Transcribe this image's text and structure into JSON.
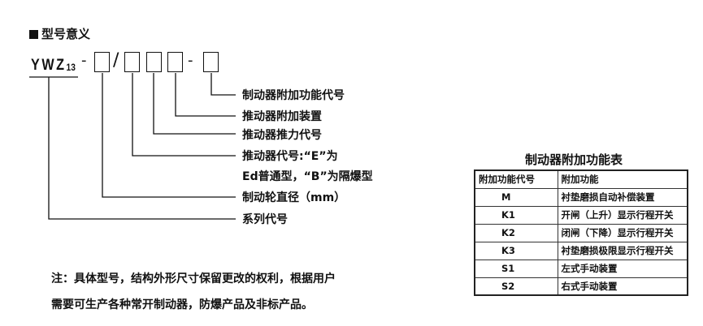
{
  "section_title": "型号意义",
  "model": {
    "prefix": "YWZ",
    "suffix": "13",
    "dash1": "-",
    "slash": "/",
    "dash2": "-"
  },
  "legend": [
    "制动器附加功能代号",
    "推动器附加装置",
    "推动器推力代号",
    "推动器代号:“E”为",
    "Ed普通型，“B”为隔爆型",
    "制动轮直径（mm）",
    "系列代号"
  ],
  "table": {
    "title": "制动器附加功能表",
    "headers": [
      "附加功能代号",
      "附加功能"
    ],
    "rows": [
      {
        "code": "M",
        "function": "衬垫磨损自动补偿装置"
      },
      {
        "code": "K1",
        "function": "开闸（上升）显示行程开关"
      },
      {
        "code": "K2",
        "function": "闭闸（下降）显示行程开关"
      },
      {
        "code": "K3",
        "function": "衬垫磨损极限显示行程开关"
      },
      {
        "code": "S1",
        "function": "左式手动装置"
      },
      {
        "code": "S2",
        "function": "右式手动装置"
      }
    ]
  },
  "note": {
    "line1": "注：具体型号，结构外形尺寸保留更改的权利，根据用户",
    "line2": "需要可生产各种常开制动器，防爆产品及非标产品。"
  }
}
